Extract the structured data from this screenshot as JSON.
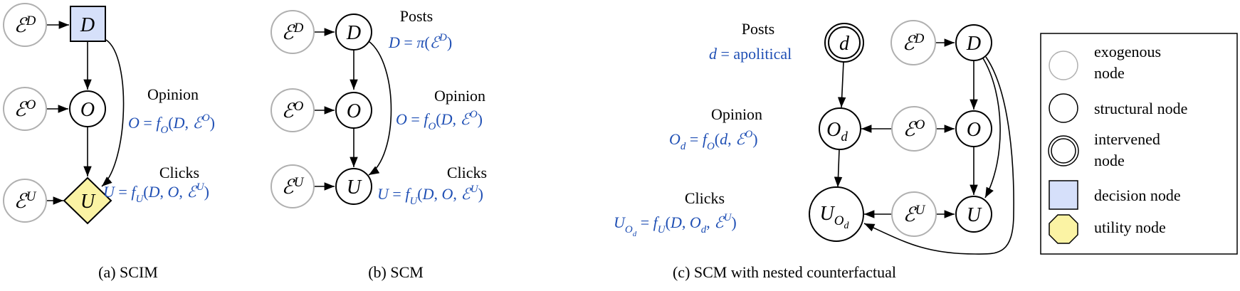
{
  "colors": {
    "decision_fill": "#d6e0fa",
    "utility_fill": "#fbf3a4",
    "equation": "#1f4fb4",
    "exogenous_stroke": "#b0b0b0"
  },
  "panel_a": {
    "caption": "(a) SCIM",
    "nodes": {
      "eD": [
        [
          "ℰ",
          "i"
        ],
        [
          "D",
          "sup"
        ]
      ],
      "D": [
        [
          "D",
          "i"
        ]
      ],
      "eO": [
        [
          "ℰ",
          "i"
        ],
        [
          "O",
          "sup"
        ]
      ],
      "O": [
        [
          "O",
          "i"
        ]
      ],
      "eU": [
        [
          "ℰ",
          "i"
        ],
        [
          "U",
          "sup"
        ]
      ],
      "U": [
        [
          "U",
          "i"
        ]
      ]
    },
    "opinion_label": "Opinion",
    "opinion_eq": [
      [
        "O",
        "i"
      ],
      [
        " = ",
        "r"
      ],
      [
        "f",
        "i"
      ],
      [
        "O",
        "sub"
      ],
      [
        "(",
        "r"
      ],
      [
        "D",
        "i"
      ],
      [
        ", ",
        "r"
      ],
      [
        "ℰ",
        "i"
      ],
      [
        "O",
        "sup"
      ],
      [
        ")",
        "r"
      ]
    ],
    "clicks_label": "Clicks",
    "clicks_eq": [
      [
        "U",
        "i"
      ],
      [
        " = ",
        "r"
      ],
      [
        "f",
        "i"
      ],
      [
        "U",
        "sub"
      ],
      [
        "(",
        "r"
      ],
      [
        "D",
        "i"
      ],
      [
        ", ",
        "r"
      ],
      [
        "O",
        "i"
      ],
      [
        ", ",
        "r"
      ],
      [
        "ℰ",
        "i"
      ],
      [
        "U",
        "sup"
      ],
      [
        ")",
        "r"
      ]
    ]
  },
  "panel_b": {
    "caption": "(b) SCM",
    "nodes": {
      "eD": [
        [
          "ℰ",
          "i"
        ],
        [
          "D",
          "sup"
        ]
      ],
      "D": [
        [
          "D",
          "i"
        ]
      ],
      "eO": [
        [
          "ℰ",
          "i"
        ],
        [
          "O",
          "sup"
        ]
      ],
      "O": [
        [
          "O",
          "i"
        ]
      ],
      "eU": [
        [
          "ℰ",
          "i"
        ],
        [
          "U",
          "sup"
        ]
      ],
      "U": [
        [
          "U",
          "i"
        ]
      ]
    },
    "posts_label": "Posts",
    "posts_eq": [
      [
        "D",
        "i"
      ],
      [
        " = ",
        "r"
      ],
      [
        "π",
        "i"
      ],
      [
        "(",
        "r"
      ],
      [
        "ℰ",
        "i"
      ],
      [
        "D",
        "sup"
      ],
      [
        ")",
        "r"
      ]
    ],
    "opinion_label": "Opinion",
    "opinion_eq": [
      [
        "O",
        "i"
      ],
      [
        " = ",
        "r"
      ],
      [
        "f",
        "i"
      ],
      [
        "O",
        "sub"
      ],
      [
        "(",
        "r"
      ],
      [
        "D",
        "i"
      ],
      [
        ", ",
        "r"
      ],
      [
        "ℰ",
        "i"
      ],
      [
        "O",
        "sup"
      ],
      [
        ")",
        "r"
      ]
    ],
    "clicks_label": "Clicks",
    "clicks_eq": [
      [
        "U",
        "i"
      ],
      [
        " = ",
        "r"
      ],
      [
        "f",
        "i"
      ],
      [
        "U",
        "sub"
      ],
      [
        "(",
        "r"
      ],
      [
        "D",
        "i"
      ],
      [
        ", ",
        "r"
      ],
      [
        "O",
        "i"
      ],
      [
        ", ",
        "r"
      ],
      [
        "ℰ",
        "i"
      ],
      [
        "U",
        "sup"
      ],
      [
        ")",
        "r"
      ]
    ]
  },
  "panel_c": {
    "caption": "(c) SCM with nested counterfactual",
    "nodes": {
      "d": [
        [
          "d",
          "i"
        ]
      ],
      "eD": [
        [
          "ℰ",
          "i"
        ],
        [
          "D",
          "sup"
        ]
      ],
      "D": [
        [
          "D",
          "i"
        ]
      ],
      "Od": [
        [
          "O",
          "i"
        ],
        [
          "d",
          "sub"
        ]
      ],
      "eO": [
        [
          "ℰ",
          "i"
        ],
        [
          "O",
          "sup"
        ]
      ],
      "O": [
        [
          "O",
          "i"
        ]
      ],
      "UOd": [
        [
          "U",
          "i"
        ],
        [
          "O",
          "sub"
        ],
        [
          "d",
          "subsub"
        ]
      ],
      "eU": [
        [
          "ℰ",
          "i"
        ],
        [
          "U",
          "sup"
        ]
      ],
      "U": [
        [
          "U",
          "i"
        ]
      ]
    },
    "posts_label": "Posts",
    "posts_eq": [
      [
        "d",
        "i"
      ],
      [
        " = apolitical",
        "r"
      ]
    ],
    "opinion_label": "Opinion",
    "opinion_eq": [
      [
        "O",
        "i"
      ],
      [
        "d",
        "sub"
      ],
      [
        " = ",
        "r"
      ],
      [
        "f",
        "i"
      ],
      [
        "O",
        "sub"
      ],
      [
        "(",
        "r"
      ],
      [
        "d",
        "i"
      ],
      [
        ", ",
        "r"
      ],
      [
        "ℰ",
        "i"
      ],
      [
        "O",
        "sup"
      ],
      [
        ")",
        "r"
      ]
    ],
    "clicks_label": "Clicks",
    "clicks_eq": [
      [
        "U",
        "i"
      ],
      [
        "O",
        "sub"
      ],
      [
        "d",
        "subsub"
      ],
      [
        " = ",
        "r"
      ],
      [
        "f",
        "i"
      ],
      [
        "U",
        "sub"
      ],
      [
        "(",
        "r"
      ],
      [
        "D",
        "i"
      ],
      [
        ", ",
        "r"
      ],
      [
        "O",
        "i"
      ],
      [
        "d",
        "sub"
      ],
      [
        ", ",
        "r"
      ],
      [
        "ℰ",
        "i"
      ],
      [
        "U",
        "sup"
      ],
      [
        ")",
        "r"
      ]
    ]
  },
  "legend": {
    "exogenous": [
      "exogenous",
      "node"
    ],
    "structural": "structural node",
    "intervened": [
      "intervened",
      "node"
    ],
    "decision": "decision node",
    "utility": "utility node"
  }
}
